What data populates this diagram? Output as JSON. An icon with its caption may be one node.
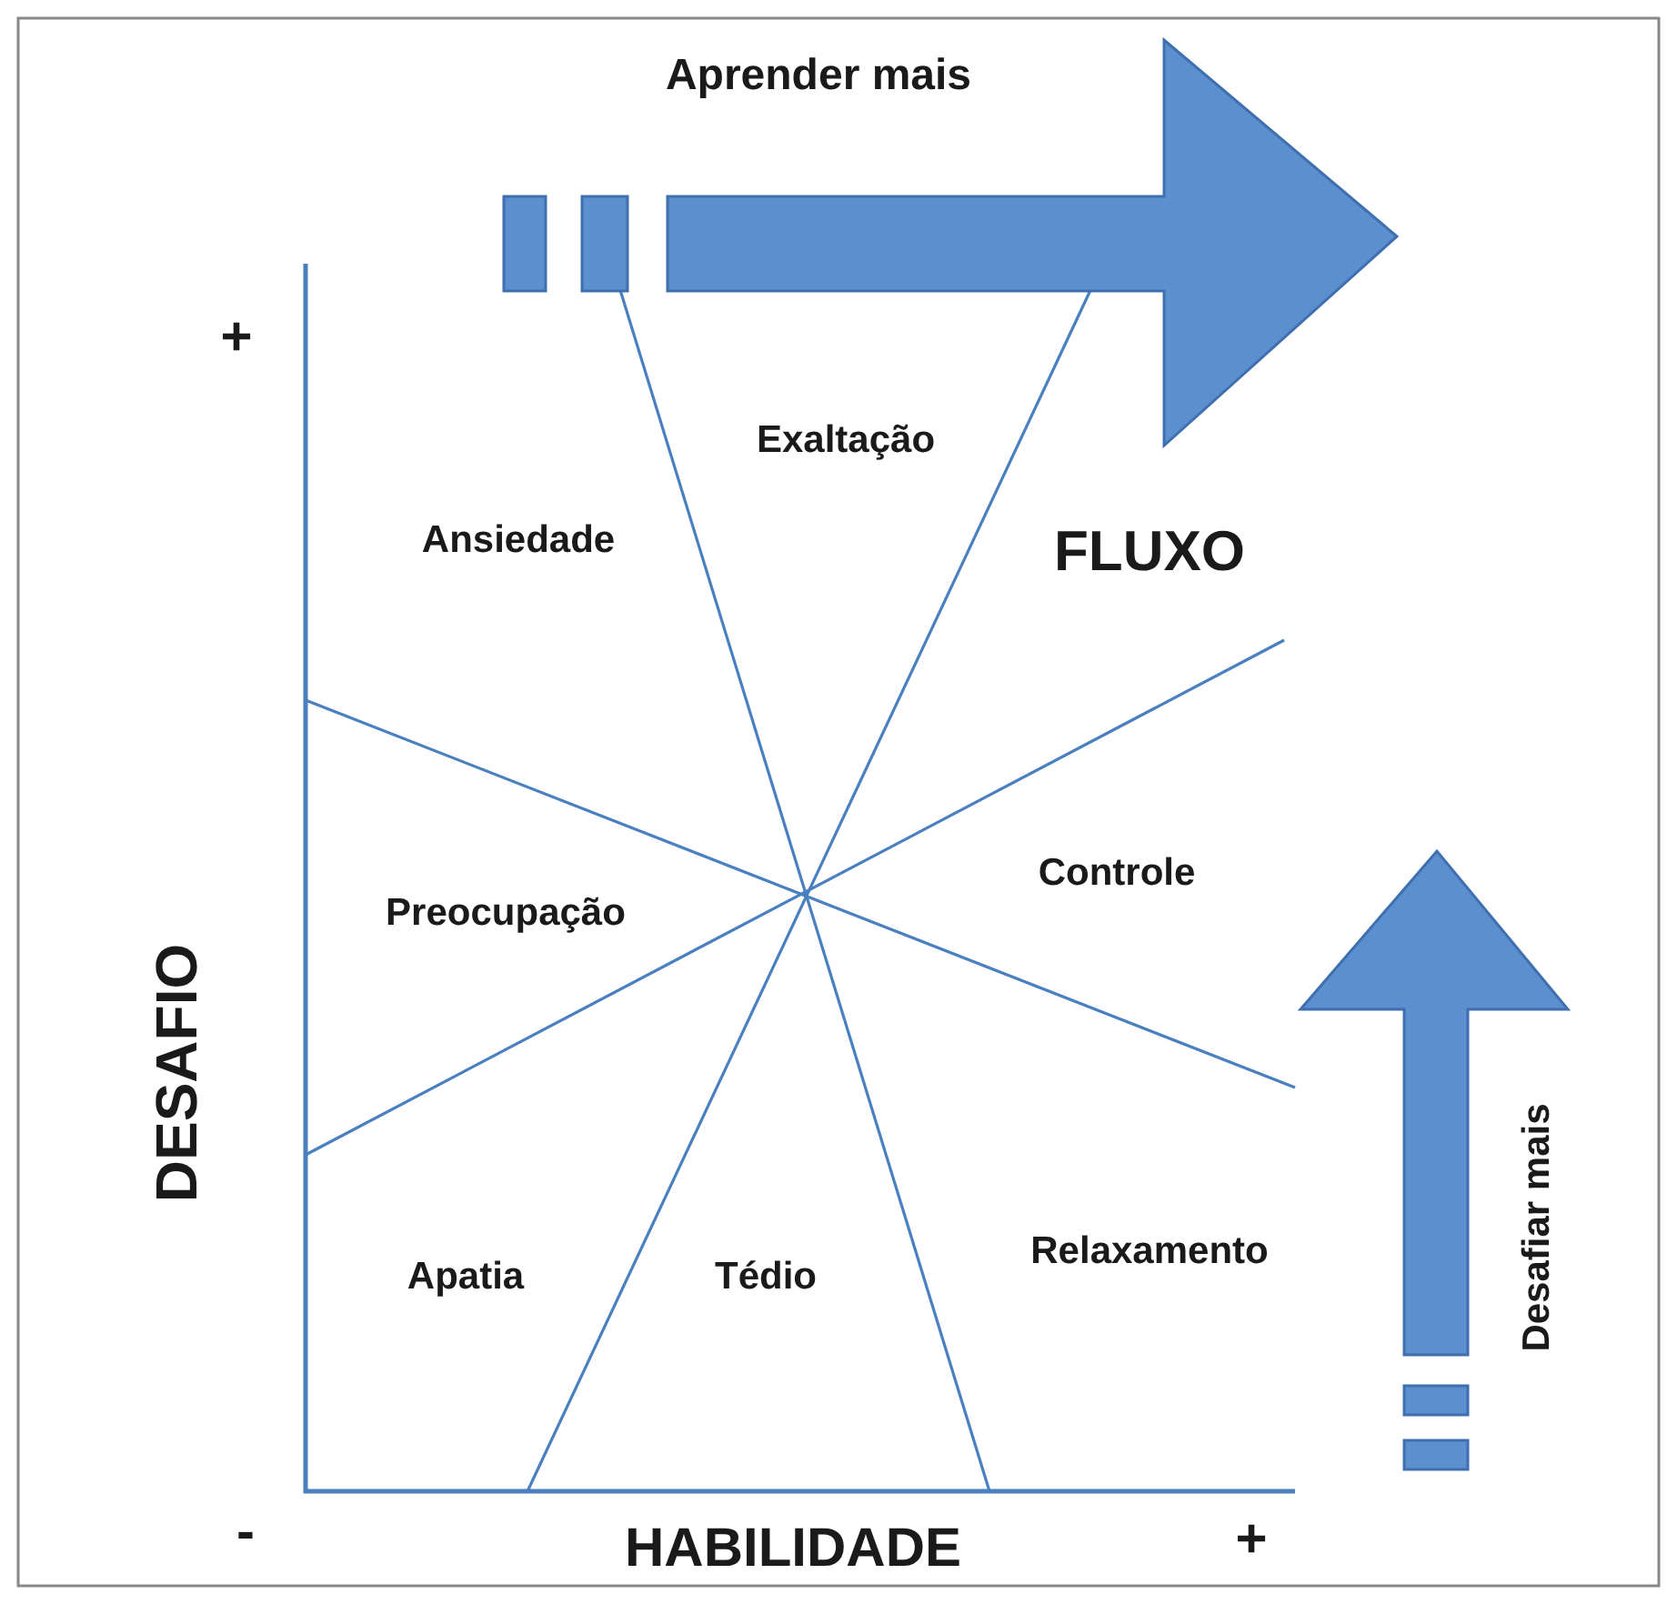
{
  "diagram": {
    "labels": [
      "Aprender mais",
      "+",
      "Exaltação",
      "Ansiedade",
      "FLUXO",
      "Controle",
      "Preocupação",
      "DESAFIO",
      "Desafiar mais",
      "Apatia",
      "Tédio",
      "Relaxamento",
      "-",
      "HABILIDADE",
      "+"
    ]
  }
}
